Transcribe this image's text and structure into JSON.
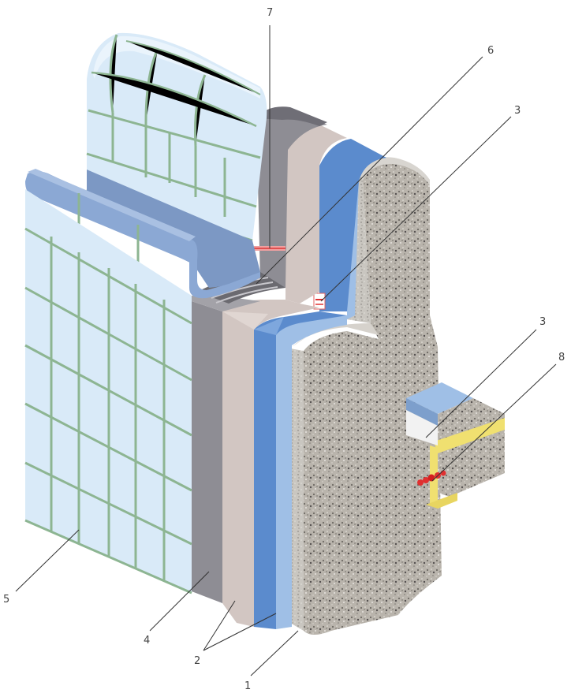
{
  "colors": {
    "tile": "#d9eaf8",
    "tile_grout": "#8db592",
    "trough": "#8ba8d4",
    "dark_gray_layer": "#8e8d94",
    "beige_layer": "#d2c6c2",
    "blue_membrane": "#5b8bcd",
    "light_blue_screed": "#9fbfe6",
    "concrete": "#b5b0a8",
    "red_seal": "#e03030",
    "yellow_profile": "#f0e070"
  },
  "callouts": [
    {
      "id": "c7",
      "text": "7"
    },
    {
      "id": "c6",
      "text": "6"
    },
    {
      "id": "c3a",
      "text": "3"
    },
    {
      "id": "c3b",
      "text": "3"
    },
    {
      "id": "c8",
      "text": "8"
    },
    {
      "id": "c5",
      "text": "5"
    },
    {
      "id": "c4",
      "text": "4"
    },
    {
      "id": "c2",
      "text": "2"
    },
    {
      "id": "c1",
      "text": "1"
    }
  ]
}
